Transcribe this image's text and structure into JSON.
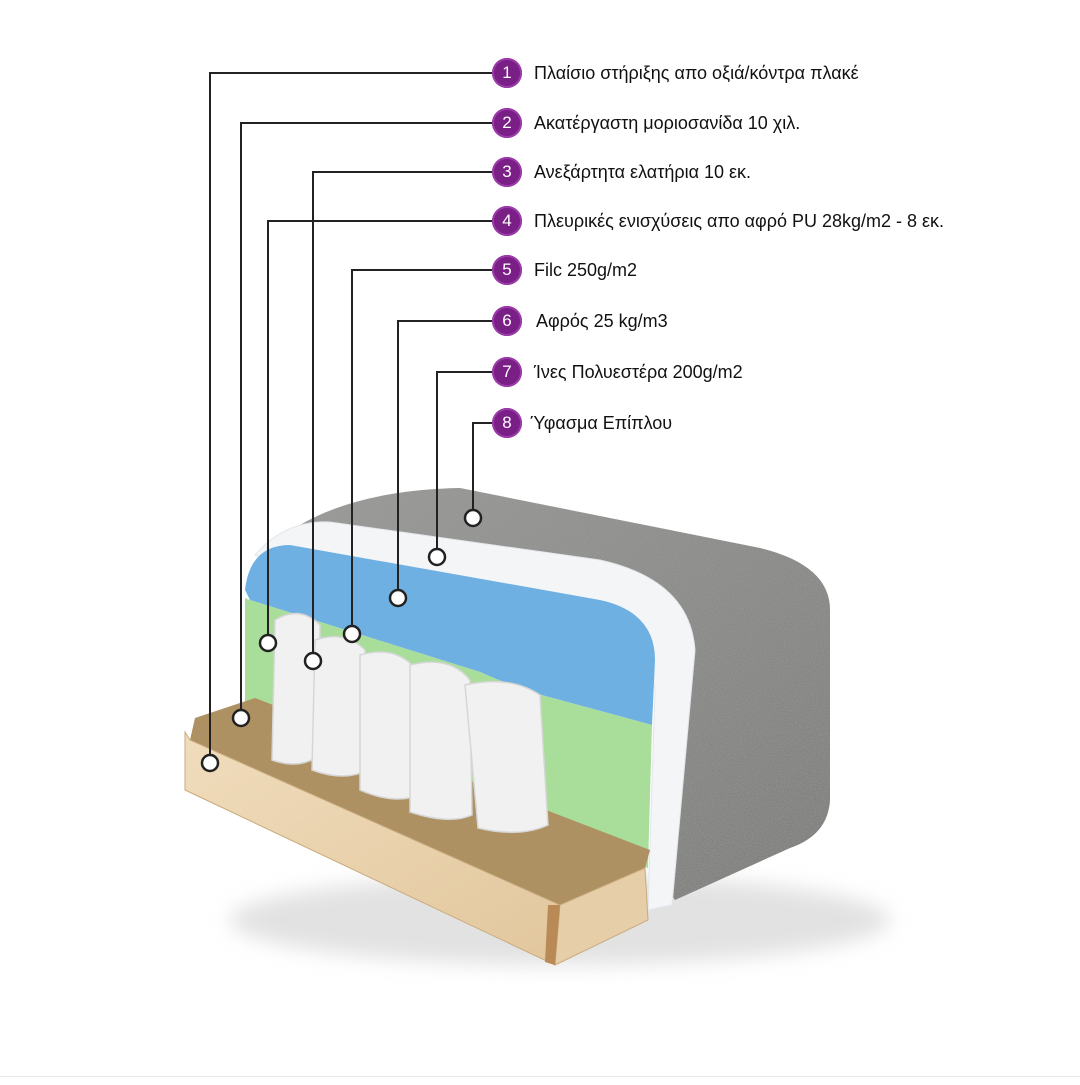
{
  "title": "Sofa seat cross-section layers",
  "colors": {
    "badge": "#7a1f86",
    "leader": "#222222",
    "frame_wood": "#e8d2ae",
    "chipboard": "#b08f5a",
    "springs": "#efefef",
    "side_foam": "#a9dd9a",
    "foam": "#6fb0e2",
    "fiber": "#f4f6f8",
    "fabric": "#8a8a8a"
  },
  "layers": [
    {
      "number": "1",
      "label": "Πλαίσιο στήριξης απο οξιά/κόντρα πλακέ",
      "part": "frame"
    },
    {
      "number": "2",
      "label": "Ακατέργαστη μοριοσανίδα 10 χιλ.",
      "part": "chipboard"
    },
    {
      "number": "3",
      "label": "Ανεξάρτητα ελατήρια 10 εκ.",
      "part": "pocket-springs"
    },
    {
      "number": "4",
      "label": "Πλευρικές ενισχύσεις απο αφρό PU 28kg/m2 - 8 εκ.",
      "part": "side-foam"
    },
    {
      "number": "5",
      "label": "Filc 250g/m2",
      "part": "felt"
    },
    {
      "number": "6",
      "label": "Αφρός 25 kg/m3",
      "part": "foam"
    },
    {
      "number": "7",
      "label": "Ίνες Πολυεστέρα 200g/m2",
      "part": "polyester-fiber"
    },
    {
      "number": "8",
      "label": "Ύφασμα Επίπλου",
      "part": "fabric"
    }
  ]
}
